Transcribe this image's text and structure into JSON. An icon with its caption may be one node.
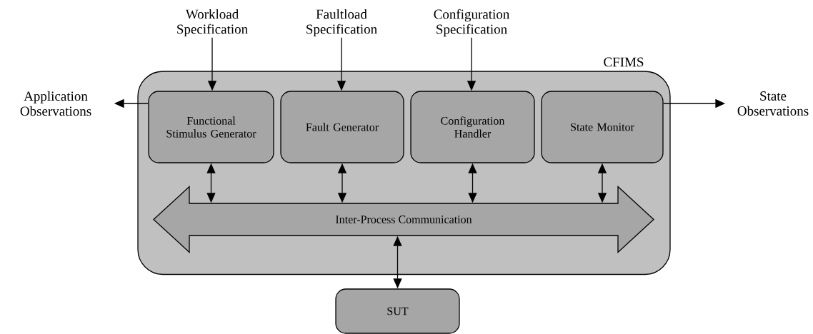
{
  "diagram": {
    "nodes": [
      {
        "text": [
          "CFIMS"
        ]
      },
      {
        "text": [
          "Functional Stimulus Generator"
        ],
        "in": 0
      },
      {
        "text": [
          "Fault Generator"
        ],
        "in": 0
      },
      {
        "text": [
          "Configuration Handler"
        ],
        "in": 0
      },
      {
        "text": [
          "State Monitor"
        ],
        "in": 0
      },
      {
        "text": [
          "Inter-Process Communication"
        ],
        "in": 0
      },
      {
        "text": [
          "SUT"
        ]
      },
      {
        "text": [
          "Workload Specification"
        ]
      },
      {
        "text": [
          "Faultload Specification"
        ]
      },
      {
        "text": [
          "Configuration Specification"
        ]
      },
      {
        "text": [
          "Application Observations"
        ]
      },
      {
        "text": [
          "State Observations"
        ]
      }
    ],
    "edges": [
      {
        "from": 7,
        "to": 1,
        "arrow": "to"
      },
      {
        "from": 8,
        "to": 2,
        "arrow": "to"
      },
      {
        "from": 9,
        "to": 3,
        "arrow": "to"
      },
      {
        "from": 1,
        "to": 10,
        "arrow": "to"
      },
      {
        "from": 4,
        "to": 11,
        "arrow": "to"
      },
      {
        "from": 1,
        "to": 5,
        "arrow": "both"
      },
      {
        "from": 2,
        "to": 5,
        "arrow": "both"
      },
      {
        "from": 3,
        "to": 5,
        "arrow": "both"
      },
      {
        "from": 4,
        "to": 5,
        "arrow": "both"
      },
      {
        "from": 5,
        "to": 6,
        "arrow": "both"
      }
    ]
  }
}
